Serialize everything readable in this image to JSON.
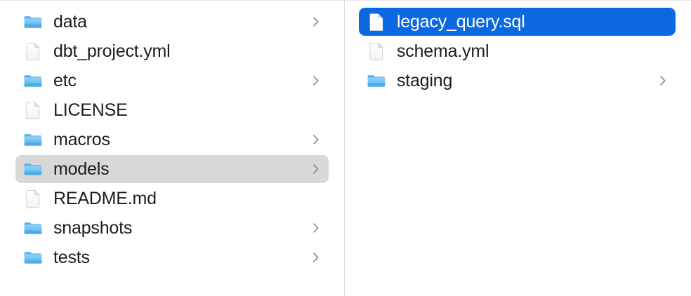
{
  "window": {
    "view": "column-view",
    "accent_selected_color": "#0b68e0",
    "inactive_selected_color": "#d8d8d8",
    "divider_color": "#d9d9d9",
    "text_color": "#1d1d1f",
    "selected_text_color": "#ffffff"
  },
  "columns": [
    {
      "name": "models-parent-column",
      "items": [
        {
          "label": "data",
          "kind": "folder",
          "icon": "folder-icon",
          "chevron": "chevron-right-icon",
          "selected": false
        },
        {
          "label": "dbt_project.yml",
          "kind": "file",
          "icon": "document-icon",
          "chevron": "",
          "selected": false
        },
        {
          "label": "etc",
          "kind": "folder",
          "icon": "folder-icon",
          "chevron": "chevron-right-icon",
          "selected": false
        },
        {
          "label": "LICENSE",
          "kind": "file",
          "icon": "document-icon",
          "chevron": "",
          "selected": false
        },
        {
          "label": "macros",
          "kind": "folder",
          "icon": "folder-icon",
          "chevron": "chevron-right-icon",
          "selected": false
        },
        {
          "label": "models",
          "kind": "folder",
          "icon": "folder-icon",
          "chevron": "chevron-right-icon",
          "selected": true,
          "selection_state": "inactive"
        },
        {
          "label": "README.md",
          "kind": "file",
          "icon": "document-icon",
          "chevron": "",
          "selected": false
        },
        {
          "label": "snapshots",
          "kind": "folder",
          "icon": "folder-icon",
          "chevron": "chevron-right-icon",
          "selected": false
        },
        {
          "label": "tests",
          "kind": "folder",
          "icon": "folder-icon",
          "chevron": "chevron-right-icon",
          "selected": false
        }
      ]
    },
    {
      "name": "models-contents-column",
      "items": [
        {
          "label": "legacy_query.sql",
          "kind": "file",
          "icon": "document-icon",
          "chevron": "",
          "selected": true,
          "selection_state": "active"
        },
        {
          "label": "schema.yml",
          "kind": "file",
          "icon": "document-icon",
          "chevron": "",
          "selected": false
        },
        {
          "label": "staging",
          "kind": "folder",
          "icon": "folder-icon",
          "chevron": "chevron-right-icon",
          "selected": false
        }
      ]
    }
  ]
}
